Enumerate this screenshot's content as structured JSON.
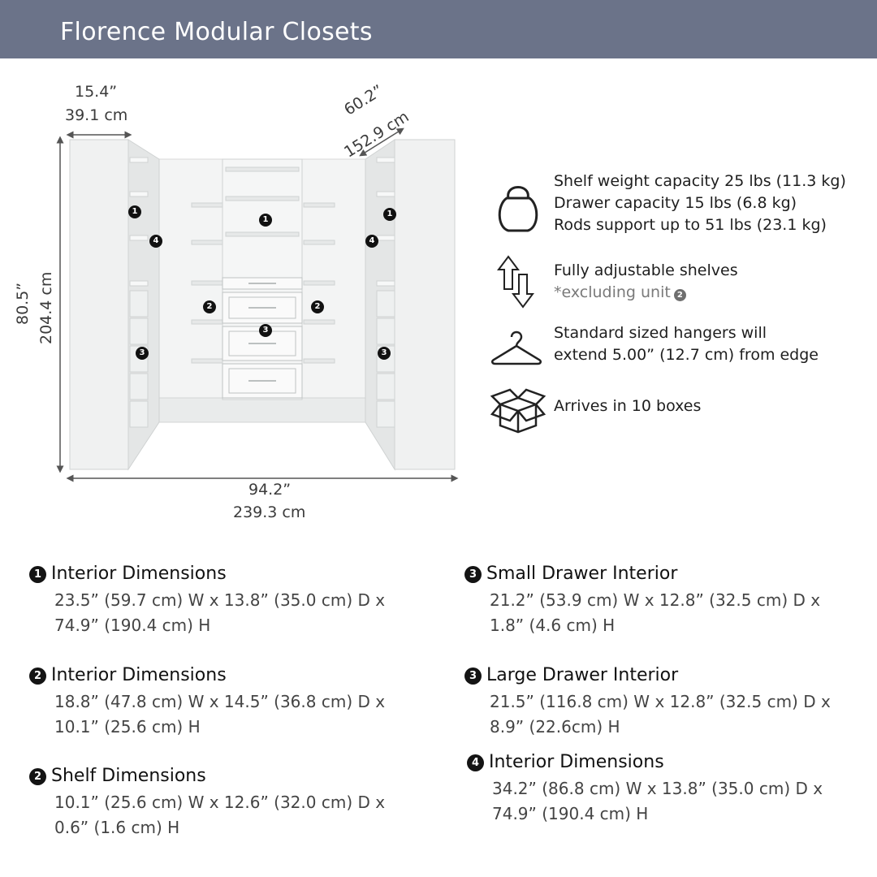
{
  "header": {
    "title": "Florence Modular Closets"
  },
  "dimensions": {
    "side_depth_in": "15.4”",
    "side_depth_cm": "39.1 cm",
    "corner_in": "60.2”",
    "corner_cm": "152.9 cm",
    "height_in": "80.5”",
    "height_cm": "204.4 cm",
    "width_in": "94.2”",
    "width_cm": "239.3 cm"
  },
  "markers": {
    "one": "1",
    "two": "2",
    "three": "3",
    "four": "4"
  },
  "features": {
    "weight": {
      "icon": "kettlebell-icon",
      "line1": "Shelf weight capacity 25 lbs (11.3 kg)",
      "line2": "Drawer capacity 15 lbs (6.8 kg)",
      "line3": "Rods support up to 51 lbs (23.1 kg)"
    },
    "shelves": {
      "icon": "up-down-arrows-icon",
      "line1": "Fully adjustable shelves",
      "line2": "*excluding unit",
      "badge": "2"
    },
    "hangers": {
      "icon": "hanger-icon",
      "line1": "Standard sized hangers will",
      "line2": "extend 5.00” (12.7 cm) from edge"
    },
    "boxes": {
      "icon": "box-icon",
      "line1": "Arrives in 10 boxes"
    }
  },
  "specs": [
    {
      "badge": "1",
      "title": "Interior Dimensions",
      "line1": "23.5” (59.7 cm) W x 13.8” (35.0 cm) D x",
      "line2": "74.9” (190.4 cm) H"
    },
    {
      "badge": "2",
      "title": "Interior Dimensions",
      "line1": "18.8” (47.8 cm) W x 14.5” (36.8 cm) D x",
      "line2": "10.1” (25.6 cm) H"
    },
    {
      "badge": "2",
      "title": "Shelf Dimensions",
      "line1": "10.1” (25.6 cm) W x 12.6” (32.0 cm) D x",
      "line2": "0.6” (1.6 cm) H"
    },
    {
      "badge": "3",
      "title": "Small Drawer Interior",
      "line1": "21.2” (53.9 cm) W x 12.8” (32.5 cm) D x",
      "line2": "1.8” (4.6 cm) H"
    },
    {
      "badge": "3",
      "title": "Large Drawer Interior",
      "line1": "21.5” (116.8 cm) W x 12.8” (32.5 cm) D x",
      "line2": "8.9” (22.6cm) H"
    },
    {
      "badge": "4",
      "title": "Interior Dimensions",
      "line1": "34.2” (86.8 cm) W x 13.8” (35.0 cm) D x",
      "line2": "74.9” (190.4 cm) H"
    }
  ]
}
